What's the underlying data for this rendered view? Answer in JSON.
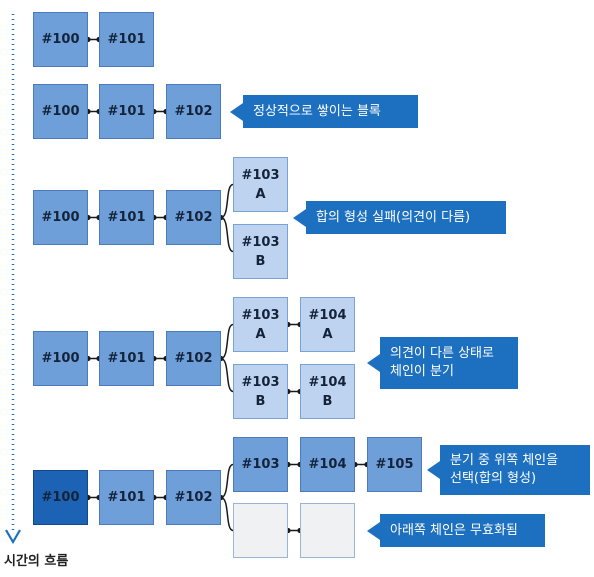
{
  "time_axis": {
    "label": "시간의 흐름",
    "color": "#1d6fbf"
  },
  "colors": {
    "main_block": "#6e9fd9",
    "branch_block": "#bdd3f0",
    "selected_block": "#1d63b5",
    "orphan_block": "#f0f1f3",
    "callout": "#1d6fbf",
    "link": "#1a1a1a"
  },
  "rows": [
    {
      "id": "row1",
      "chain": [
        "#100",
        "#101"
      ],
      "callout": []
    },
    {
      "id": "row2",
      "chain": [
        "#100",
        "#101",
        "#102"
      ],
      "callout": [
        "정상적으로 쌓이는 블록"
      ]
    },
    {
      "id": "row3",
      "chain": [
        "#100",
        "#101",
        "#102"
      ],
      "branch_a": [
        [
          "#103",
          "A"
        ]
      ],
      "branch_b": [
        [
          "#103",
          "B"
        ]
      ],
      "callout": [
        "합의 형성 실패(의견이 다름)"
      ]
    },
    {
      "id": "row4",
      "chain": [
        "#100",
        "#101",
        "#102"
      ],
      "branch_a": [
        [
          "#103",
          "A"
        ],
        [
          "#104",
          "A"
        ]
      ],
      "branch_b": [
        [
          "#103",
          "B"
        ],
        [
          "#104",
          "B"
        ]
      ],
      "callout": [
        "의견이 다른 상태로",
        "체인이 분기"
      ]
    },
    {
      "id": "row5",
      "chain": [
        "#100",
        "#101",
        "#102"
      ],
      "branch_a": [
        [
          "#103"
        ],
        [
          "#104"
        ],
        [
          "#105"
        ]
      ],
      "branch_b_orphan_count": 2,
      "callout": [
        "분기 중 위쪽 체인을",
        "선택(합의 형성)"
      ],
      "callout2": [
        "아래쪽 체인은 무효화됨"
      ]
    }
  ]
}
